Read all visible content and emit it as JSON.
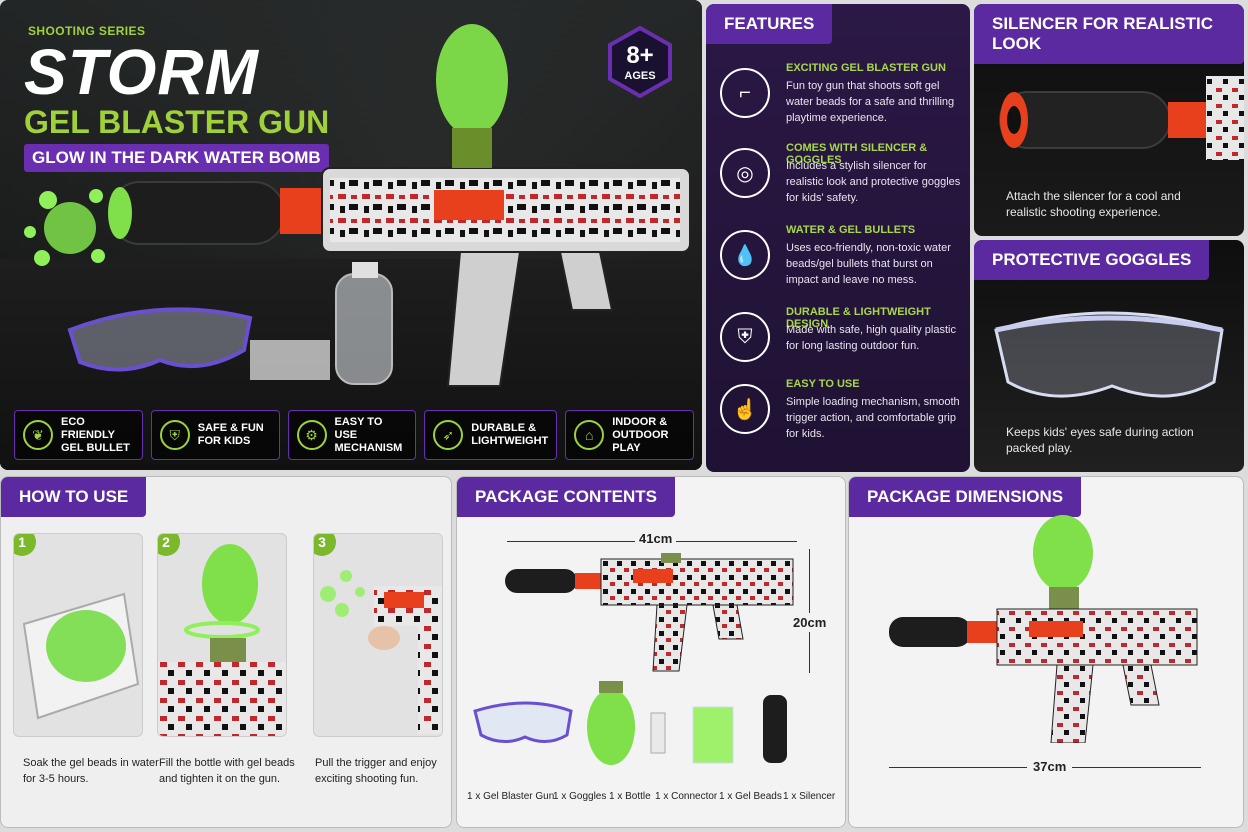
{
  "hero": {
    "series": "SHOOTING SERIES",
    "title": "STORM",
    "subtitle": "GEL BLASTER GUN",
    "tagline": "GLOW IN THE DARK WATER BOMB",
    "age_num": "8+",
    "age_label": "AGES",
    "badges": [
      {
        "icon": "leaf-icon",
        "line1": "ECO FRIENDLY",
        "line2": "GEL BULLET"
      },
      {
        "icon": "shield-icon",
        "line1": "SAFE & FUN",
        "line2": "FOR KIDS"
      },
      {
        "icon": "gear-icon",
        "line1": "EASY TO USE",
        "line2": "MECHANISM"
      },
      {
        "icon": "feather-icon",
        "line1": "DURABLE &",
        "line2": "LIGHTWEIGHT"
      },
      {
        "icon": "house-icon",
        "line1": "INDOOR & OUTDOOR",
        "line2": "PLAY"
      }
    ]
  },
  "features": {
    "header": "FEATURES",
    "items": [
      {
        "icon": "gun-icon",
        "title": "EXCITING GEL BLASTER GUN",
        "desc": "Fun toy gun that shoots soft gel water beads for a safe and thrilling playtime experience."
      },
      {
        "icon": "goggles-icon",
        "title": "COMES WITH SILENCER & GOGGLES",
        "desc": "Includes a stylish silencer for realistic look and protective goggles for kids' safety."
      },
      {
        "icon": "droplets-icon",
        "title": "WATER & GEL BULLETS",
        "desc": "Uses eco-friendly, non-toxic water beads/gel bullets that burst on impact and leave no mess."
      },
      {
        "icon": "shield-icon",
        "title": "DURABLE & LIGHTWEIGHT DESIGN",
        "desc": "Made with safe, high quality plastic for long lasting outdoor fun."
      },
      {
        "icon": "hand-icon",
        "title": "EASY TO USE",
        "desc": "Simple loading mechanism, smooth trigger action, and comfortable grip for kids."
      }
    ]
  },
  "silencer": {
    "header": "SILENCER FOR REALISTIC LOOK",
    "caption": "Attach the silencer for a cool and realistic shooting experience."
  },
  "goggles": {
    "header": "PROTECTIVE GOGGLES",
    "caption": "Keeps kids' eyes safe during action packed play."
  },
  "howto": {
    "header": "HOW TO USE",
    "steps": [
      {
        "num": "1",
        "caption": "Soak the gel beads in water for 3-5 hours."
      },
      {
        "num": "2",
        "caption": "Fill the bottle with gel beads and tighten it on the gun."
      },
      {
        "num": "3",
        "caption": "Pull the trigger and enjoy exciting shooting fun."
      }
    ]
  },
  "package": {
    "header": "PACKAGE CONTENTS",
    "width": "41cm",
    "height": "20cm",
    "items": [
      "1 x Gel Blaster Gun",
      "1 x Goggles",
      "1 x Bottle",
      "1 x Connector",
      "1 x Gel Beads",
      "1 x Silencer"
    ]
  },
  "dims": {
    "header": "PACKAGE DIMENSIONS",
    "length": "37cm"
  },
  "colors": {
    "purple": "#5b2aa0",
    "green": "#9fd23a",
    "orange_red": "#e8401c",
    "glow_green": "#7fe04a"
  }
}
